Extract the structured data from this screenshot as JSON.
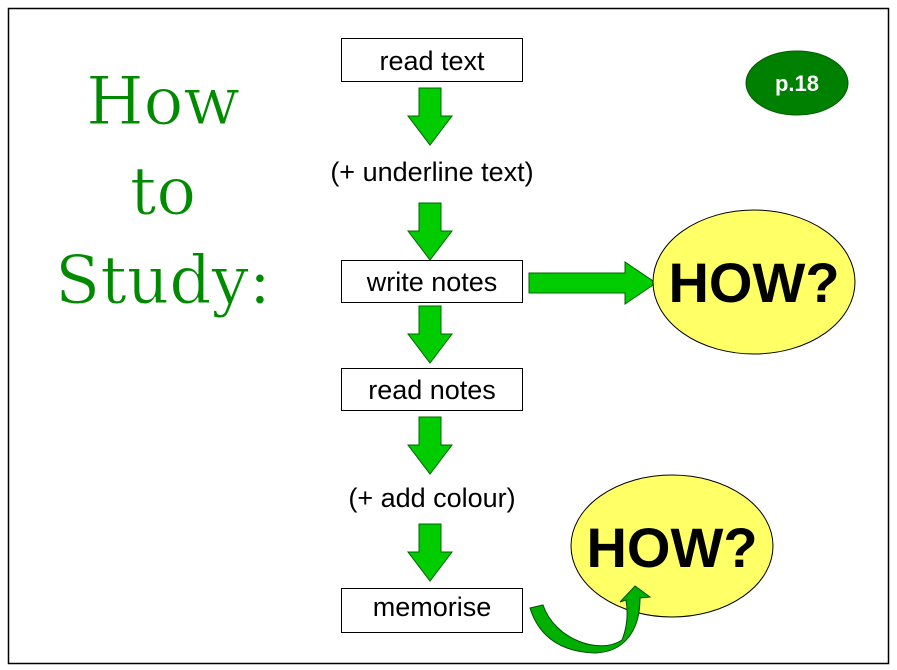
{
  "title": {
    "line1": "How",
    "line2": "to",
    "line3": "Study:"
  },
  "page_badge": "p.18",
  "steps": {
    "read_text": "read text",
    "underline": "(+ underline text)",
    "write_notes": "write notes",
    "read_notes": "read notes",
    "add_colour": "(+ add colour)",
    "memorise": "memorise"
  },
  "callouts": {
    "how1": "HOW?",
    "how2": "HOW?"
  },
  "colors": {
    "title": "#008a00",
    "arrow": "#00cc00",
    "badge": "#008000",
    "bubble": "#ffff66"
  }
}
